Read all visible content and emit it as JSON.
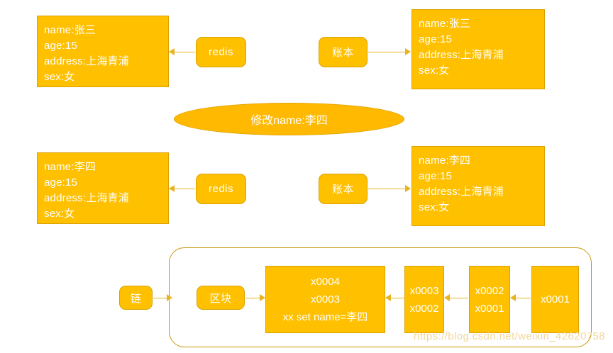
{
  "diagram": {
    "title": "Blockchain ledger modification diagram",
    "accent_color": "#FFC000",
    "accent_border_color": "#D9A200",
    "arrow_color": "#E8B321",
    "chain_border_color": "#C8960A",
    "text_color": "#FFFFFF",
    "watermark_color": "#F2D79A"
  },
  "row_before": {
    "left_record": {
      "lines": [
        "name:张三",
        "age:15",
        "address:上海青浦",
        "sex:女"
      ]
    },
    "left_node_label": "redis",
    "right_node_label": "账本",
    "right_record": {
      "lines": [
        "name:张三",
        "age:15",
        "address:上海青浦",
        "sex:女"
      ]
    }
  },
  "operation": {
    "label": "修改name:李四"
  },
  "row_after": {
    "left_record": {
      "lines": [
        "name:李四",
        "age:15",
        "address:上海青浦",
        "sex:女"
      ]
    },
    "left_node_label": "redis",
    "right_node_label": "账本",
    "right_record": {
      "lines": [
        "name:李四",
        "age:15",
        "address:上海青浦",
        "sex:女"
      ]
    }
  },
  "chain": {
    "chain_label": "链",
    "block_label": "区块",
    "blocks": [
      {
        "id": "block-4",
        "lines": [
          "x0004",
          "x0003",
          "xx set name=李四"
        ]
      },
      {
        "id": "block-3",
        "lines": [
          "x0003",
          "x0002"
        ]
      },
      {
        "id": "block-2",
        "lines": [
          "x0002",
          "x0001"
        ]
      },
      {
        "id": "block-1",
        "lines": [
          "x0001"
        ]
      }
    ]
  },
  "watermark": {
    "text": "https://blog.csdn.net/weixin_42620758"
  }
}
